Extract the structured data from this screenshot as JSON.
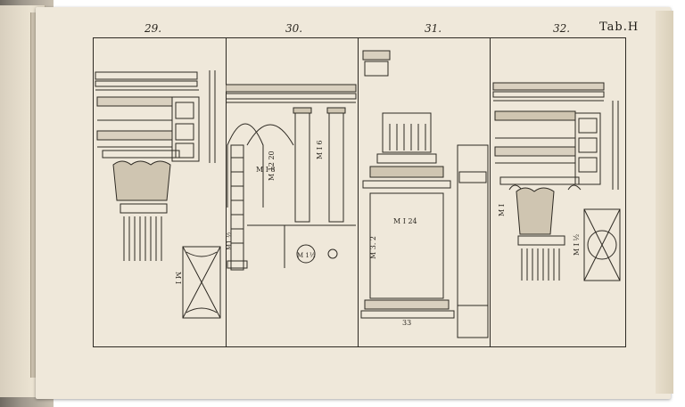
{
  "plate": {
    "label": "Tab.H",
    "page_numbers": [
      "29.",
      "30.",
      "31.",
      "32."
    ]
  },
  "panels": [
    {
      "id": "p29",
      "subject": "corinthian-entablature-capital"
    },
    {
      "id": "p30",
      "subject": "arcade-with-columns"
    },
    {
      "id": "p31",
      "subject": "pedestal"
    },
    {
      "id": "p32",
      "subject": "composite-entablature-capital"
    }
  ],
  "annotations": {
    "p29": [
      "M I"
    ],
    "p30": [
      "M I 8",
      "M 12 20",
      "M I 6",
      "M 1½",
      "M1 ½"
    ],
    "p31": [
      "M I 24",
      "M 3. 2",
      "33"
    ],
    "p32": [
      "M I",
      "M I ½"
    ]
  },
  "colors": {
    "paper": "#efe8da",
    "ink": "#2e2a23",
    "background": "#ffffff"
  }
}
